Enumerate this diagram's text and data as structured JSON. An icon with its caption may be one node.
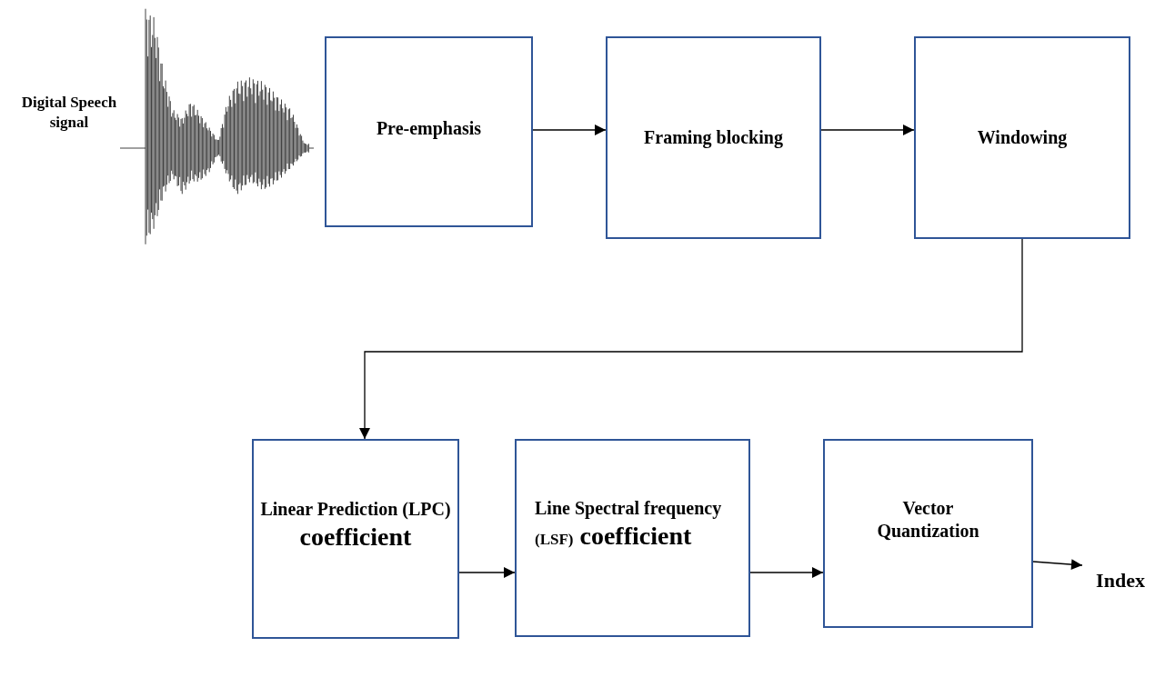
{
  "diagram": {
    "nodes": [
      {
        "text": [
          "Pre-emphasis"
        ]
      },
      {
        "text": [
          "Framing blocking"
        ]
      },
      {
        "text": [
          "Windowing"
        ]
      },
      {
        "text": [
          "Linear Prediction (LPC)",
          "coefficient"
        ]
      },
      {
        "text": [
          "Line Spectral frequency",
          "(LSF)",
          "coefficient"
        ]
      },
      {
        "text": [
          "Vector Quantization"
        ]
      },
      {
        "text": [
          "Index"
        ]
      }
    ],
    "edges": [
      {
        "from": 0,
        "to": 1,
        "arrow": "to"
      },
      {
        "from": 1,
        "to": 2,
        "arrow": "to"
      },
      {
        "from": 2,
        "to": 3,
        "arrow": "to"
      },
      {
        "from": 3,
        "to": 4,
        "arrow": "to"
      },
      {
        "from": 4,
        "to": 5,
        "arrow": "to"
      },
      {
        "from": 5,
        "to": 6,
        "arrow": "to"
      }
    ],
    "labels": [
      "Digital Speech signal"
    ]
  }
}
